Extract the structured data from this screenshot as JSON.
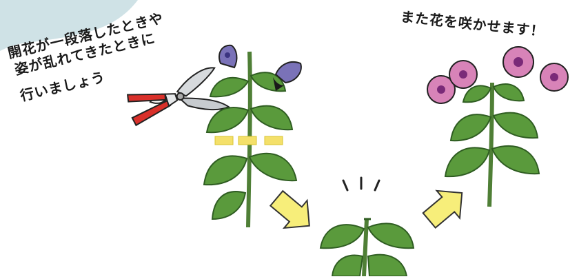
{
  "captions": {
    "left_line1": "開花が一段落したときや",
    "left_line2": "姿が乱れてきたときに",
    "left_line3": "行いましょう",
    "right": "また花を咲かせます！"
  },
  "icons": {
    "tool": "pruning-shears-icon",
    "arrow": "yellow-arrow-icon",
    "flower": "morning-glory-icon"
  },
  "colors": {
    "leaf": "#5a9a3c",
    "leaf_dark": "#2f5d22",
    "stem": "#4f7f36",
    "cut_mark": "#f4e06a",
    "arrow_fill": "#f7ee7a",
    "handle_red": "#d9302a",
    "flower_purple": "#7a72b8",
    "flower_pink": "#d883b8",
    "blob": "#cfe2e6"
  }
}
